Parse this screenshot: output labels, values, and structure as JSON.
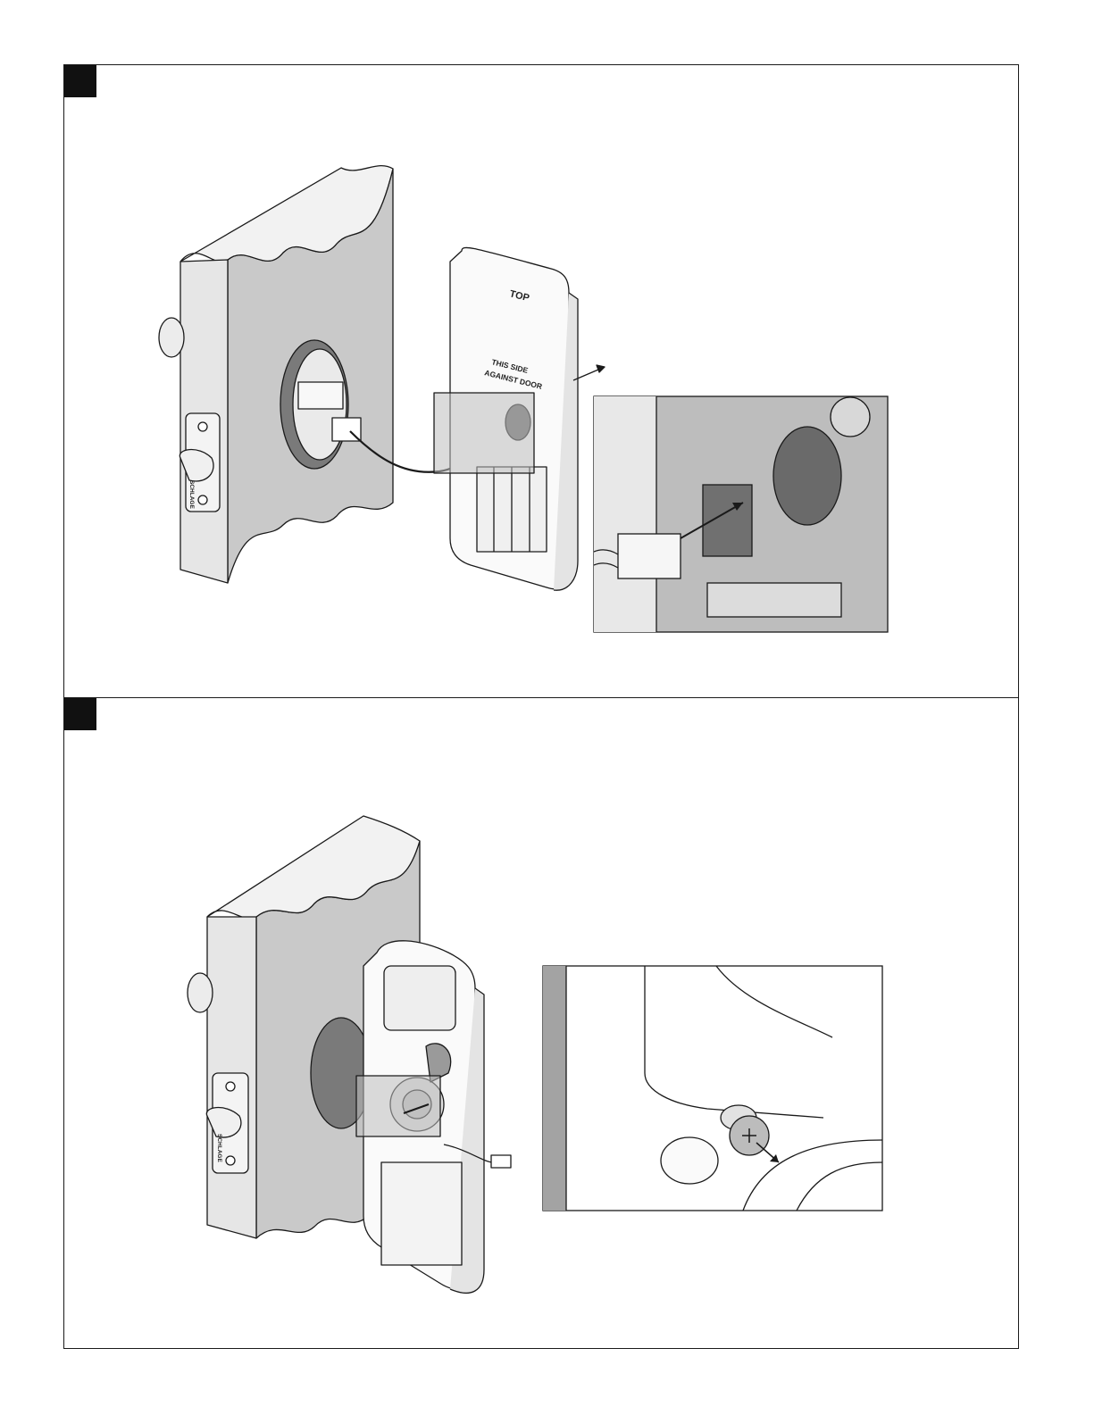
{
  "steps": [
    {
      "illustration": "door-edge-with-deadbolt-and-cable-connecting-to-inside-mounting-plate",
      "plate_text": {
        "top_label": "TOP",
        "side_label_line1": "THIS SIDE",
        "side_label_line2": "AGAINST DOOR"
      },
      "faceplate_brand": "SCHLAGE",
      "detail": "cable-connector-plugged-into-mounting-plate-socket"
    },
    {
      "illustration": "door-edge-with-inside-assembly-held-against-door",
      "faceplate_brand": "SCHLAGE",
      "detail": "screw-being-removed-from-assembly"
    }
  ],
  "colors": {
    "door_face": "#c9c9c9",
    "door_edge": "#e8e8e8",
    "outline": "#1a1a1a",
    "step_marker": "#111111",
    "callout_bg": "#bdbdbd"
  }
}
